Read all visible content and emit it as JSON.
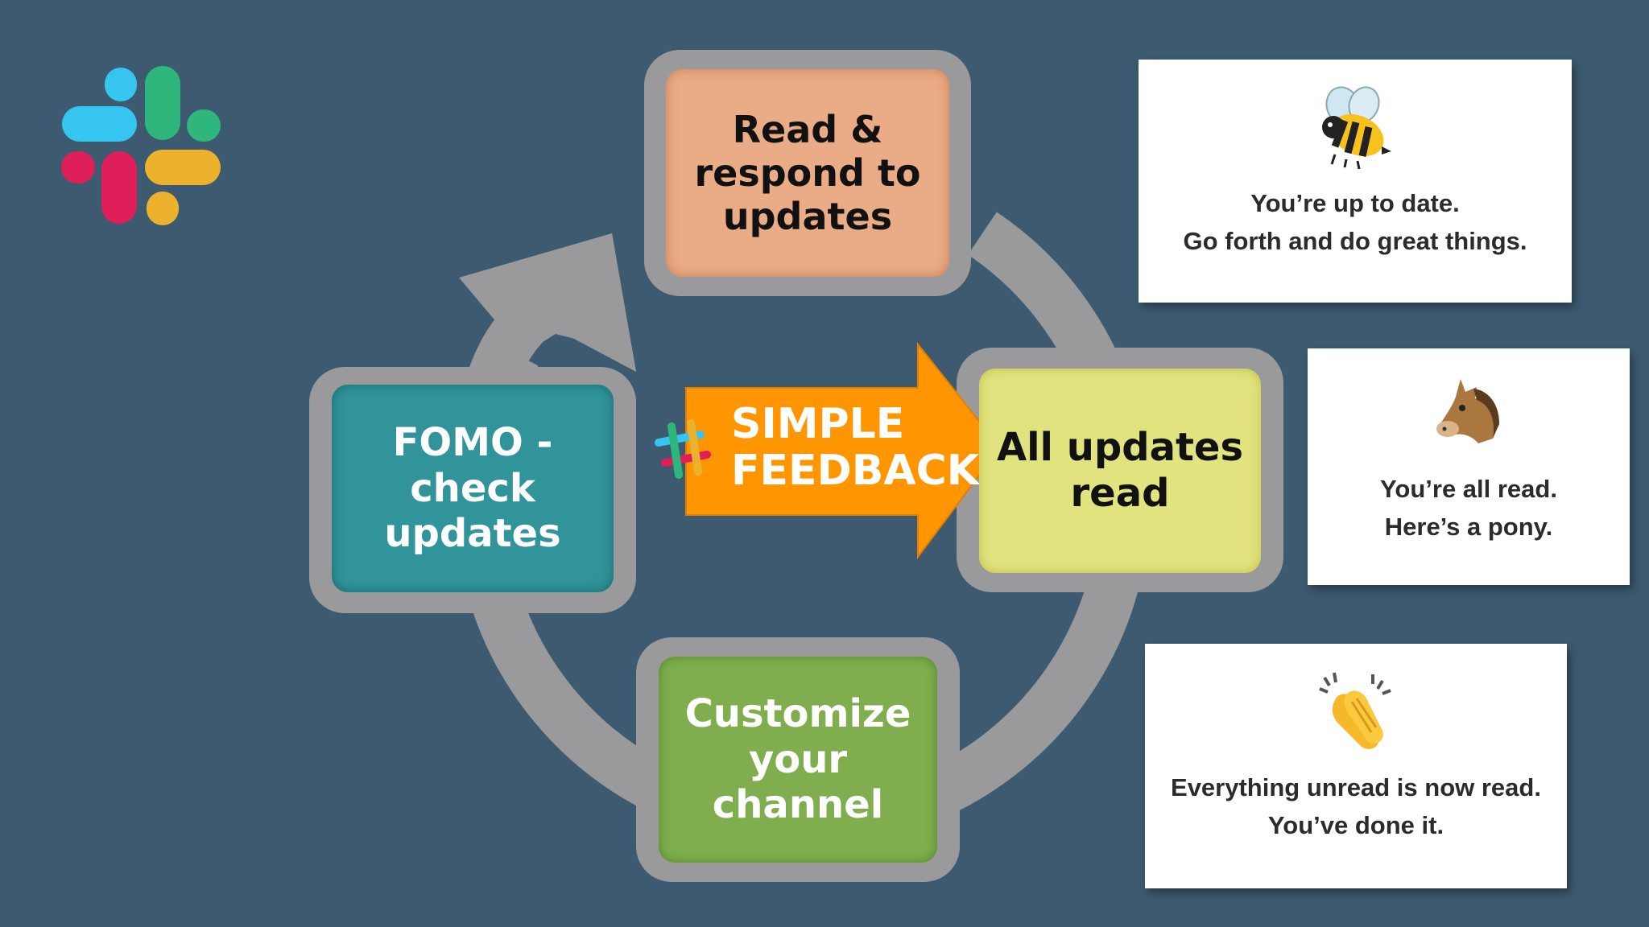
{
  "colors": {
    "background": "#3d5a70",
    "cycle_gray": "#9a9a9c",
    "read_box": "#e9ac86",
    "all_read_box": "#e1e37f",
    "fomo_box": "#31949a",
    "customize_box": "#80ae4f",
    "feedback_arrow": "#ff9500",
    "slack_blue": "#36c5f0",
    "slack_green": "#2eb67d",
    "slack_red": "#e01e5a",
    "slack_yellow": "#ecb22e"
  },
  "logo": {
    "icon": "slack-logo-icon"
  },
  "cycle": {
    "read": {
      "lines": [
        "Read &",
        "respond to",
        "updates"
      ]
    },
    "all_read": {
      "lines": [
        "All updates",
        "read"
      ]
    },
    "fomo": {
      "lines": [
        "FOMO -",
        "check",
        "updates"
      ]
    },
    "customize": {
      "lines": [
        "Customize",
        "your",
        "channel"
      ]
    }
  },
  "feedback": {
    "lines": [
      "SIMPLE",
      "FEEDBACK"
    ],
    "icon": "slack-hash-icon"
  },
  "cards": {
    "bee": {
      "icon": "bee-icon",
      "lines": [
        "You’re up to date.",
        "Go forth and do great things."
      ]
    },
    "pony": {
      "icon": "horse-face-icon",
      "lines": [
        "You’re all read.",
        "Here’s a pony."
      ]
    },
    "clap": {
      "icon": "clapping-hands-icon",
      "lines": [
        "Everything unread is now read.",
        "You’ve done it."
      ]
    }
  }
}
